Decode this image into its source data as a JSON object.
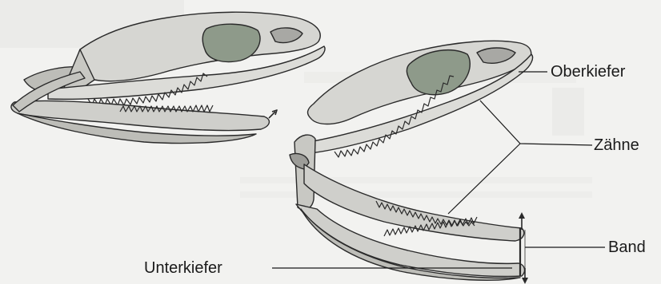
{
  "labels": {
    "oberkiefer": "Oberkiefer",
    "zaehne": "Zähne",
    "band": "Band",
    "unterkiefer": "Unterkiefer"
  },
  "colors": {
    "bone": "#d6d6d2",
    "bone_dark": "#9c9c98",
    "stroke": "#2a2a2a",
    "eye_socket": "#8e9a8a",
    "background": "#f2f2f0"
  },
  "figures": [
    "skull-closed-jaw",
    "skull-open-jaw"
  ]
}
